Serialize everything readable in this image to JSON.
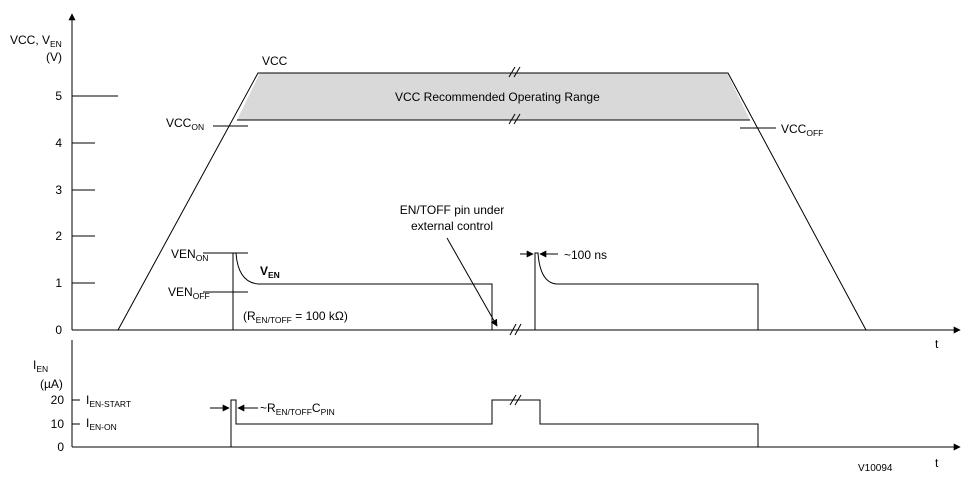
{
  "top_axis": {
    "ylabel_main": "VCC, V",
    "ylabel_sub": "EN",
    "yunit": "(V)",
    "ticks": [
      "5",
      "4",
      "3",
      "2",
      "1",
      "0"
    ],
    "xlabel": "t"
  },
  "bottom_axis": {
    "ylabel_main": "I",
    "ylabel_sub": "EN",
    "yunit": "(µA)",
    "ticks": [
      "20",
      "10",
      "0"
    ],
    "xlabel": "t"
  },
  "labels": {
    "vcc": "VCC",
    "range": "VCC Recommended Operating Range",
    "vcc_on_main": "VCC",
    "vcc_on_sub": "ON",
    "vcc_off_main": "VCC",
    "vcc_off_sub": "OFF",
    "ven_on_main": "VEN",
    "ven_on_sub": "ON",
    "ven_off_main": "VEN",
    "ven_off_sub": "OFF",
    "ven_main": "V",
    "ven_sub": "EN",
    "r_open": "(R",
    "r_sub": "EN/TOFF",
    "r_value": " = 100 kΩ)",
    "en_toff_line1": "EN/TOFF pin under",
    "en_toff_line2": "external control",
    "ns": "~100 ns",
    "ien_start_main": "I",
    "ien_start_sub": "EN-START",
    "ien_on_main": "I",
    "ien_on_sub": "EN-ON",
    "rc_prefix": "~R",
    "rc_sub1": "EN/TOFF",
    "rc_mid": "C",
    "rc_sub2": "PIN",
    "figure_id": "V10094"
  }
}
